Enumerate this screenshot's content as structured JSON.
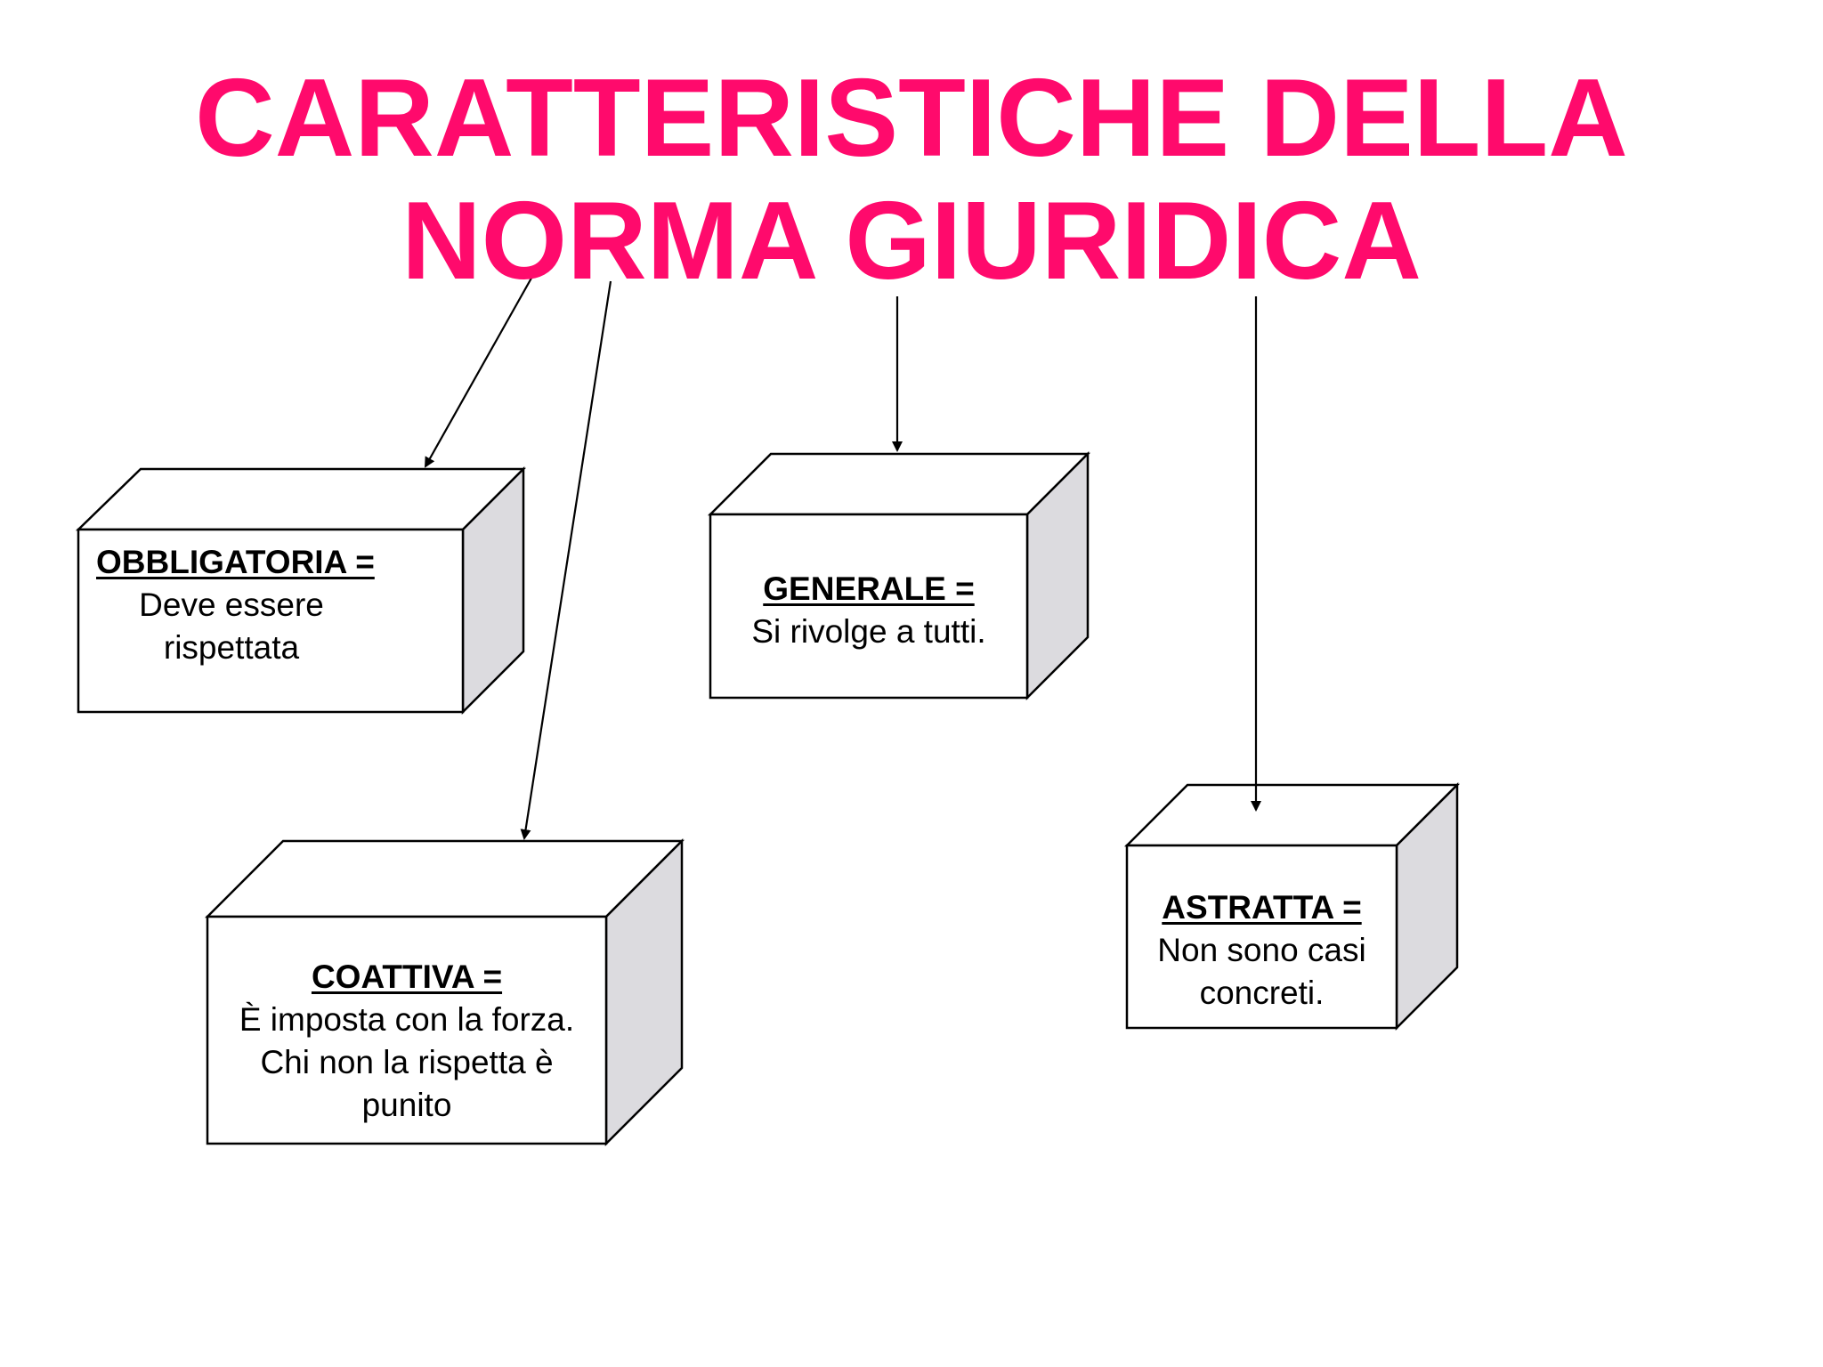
{
  "title": {
    "line1": "CARATTERISTICHE DELLA",
    "line2": "NORMA GIURIDICA",
    "color": "#ff0a6c"
  },
  "boxes": {
    "obbligatoria": {
      "heading": "OBBLIGATORIA =",
      "line1": "Deve essere",
      "line2": "rispettata"
    },
    "generale": {
      "heading": "GENERALE =",
      "line1": "Si rivolge a tutti."
    },
    "coattiva": {
      "heading": "COATTIVA =",
      "line1": "È imposta con la forza.",
      "line2": "Chi non la rispetta è",
      "line3": "punito"
    },
    "astratta": {
      "heading": "ASTRATTA =",
      "line1": "Non sono casi",
      "line2": "concreti."
    }
  },
  "colors": {
    "box_front": "#ffffff",
    "box_side": "#dcdbdf",
    "box_stroke": "#000000",
    "arrow": "#000000"
  }
}
